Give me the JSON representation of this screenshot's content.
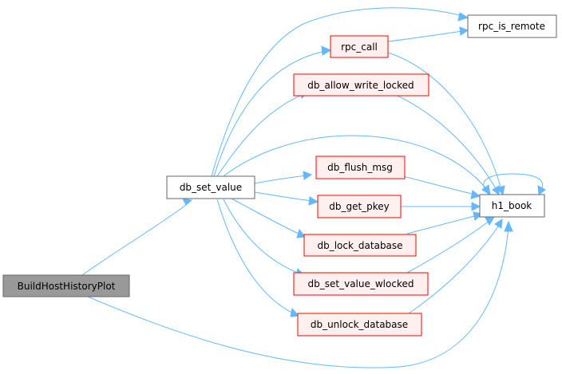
{
  "colors": {
    "edge": "#63b8ff",
    "root_fill": "#999999",
    "root_stroke": "#666666",
    "normal_fill": "#ffffff",
    "normal_stroke": "#666666",
    "highlight_fill": "#fff0f0",
    "highlight_stroke": "#ff0000"
  },
  "nodes": {
    "BuildHostHistoryPlot": "BuildHostHistoryPlot",
    "db_set_value": "db_set_value",
    "rpc_call": "rpc_call",
    "rpc_is_remote": "rpc_is_remote",
    "db_allow_write_locked": "db_allow_write_locked",
    "db_flush_msg": "db_flush_msg",
    "db_get_pkey": "db_get_pkey",
    "db_lock_database": "db_lock_database",
    "db_set_value_wlocked": "db_set_value_wlocked",
    "db_unlock_database": "db_unlock_database",
    "h1_book": "h1_book"
  },
  "node_styles": {
    "BuildHostHistoryPlot": "root",
    "db_set_value": "normal",
    "rpc_call": "highlight",
    "rpc_is_remote": "normal",
    "db_allow_write_locked": "highlight",
    "db_flush_msg": "highlight",
    "db_get_pkey": "highlight",
    "db_lock_database": "highlight",
    "db_set_value_wlocked": "highlight",
    "db_unlock_database": "highlight",
    "h1_book": "normal"
  }
}
